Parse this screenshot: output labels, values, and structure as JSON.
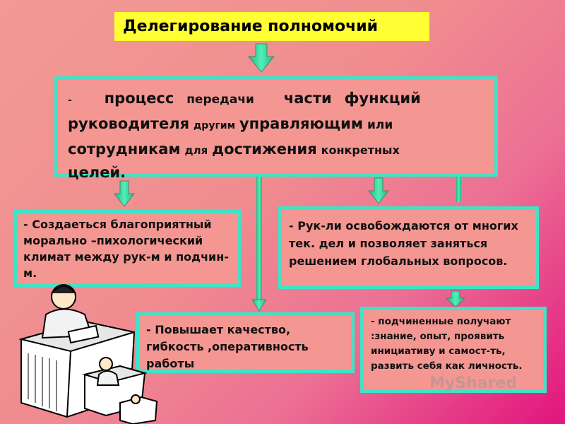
{
  "title": "Делегирование полномочий",
  "definition": {
    "w1": "-",
    "w2": "процесс",
    "w3": "передачи",
    "w4": "части",
    "w5": "функций",
    "w6": "руководителя",
    "w7": "другим",
    "w8": "управляющим",
    "w9": "или",
    "w10": "сотрудникам",
    "w11": "для",
    "w12": "достижения",
    "w13": "конкретных",
    "w14": "целей."
  },
  "boxes": {
    "climate": "- Создаеться благоприятный морально –пихологический климат между рук-м и подчин-м.",
    "global": "- Рук-ли освобождаются от многих тек. дел и позволяет заняться решением глобальных вопросов.",
    "quality": "- Повышает качество, гибкость ,оперативность работы",
    "subordinates": "- подчиненные получают :знание, опыт, проявить инициативу и самост-ть, развить себя как личность."
  },
  "watermark": "MyShared",
  "colors": {
    "arrow": "#2fd39a",
    "border": "#3fe3c6",
    "title_bg": "#ffff33"
  },
  "icons": [
    "arrow-down-icon",
    "office-workers-clipart"
  ]
}
